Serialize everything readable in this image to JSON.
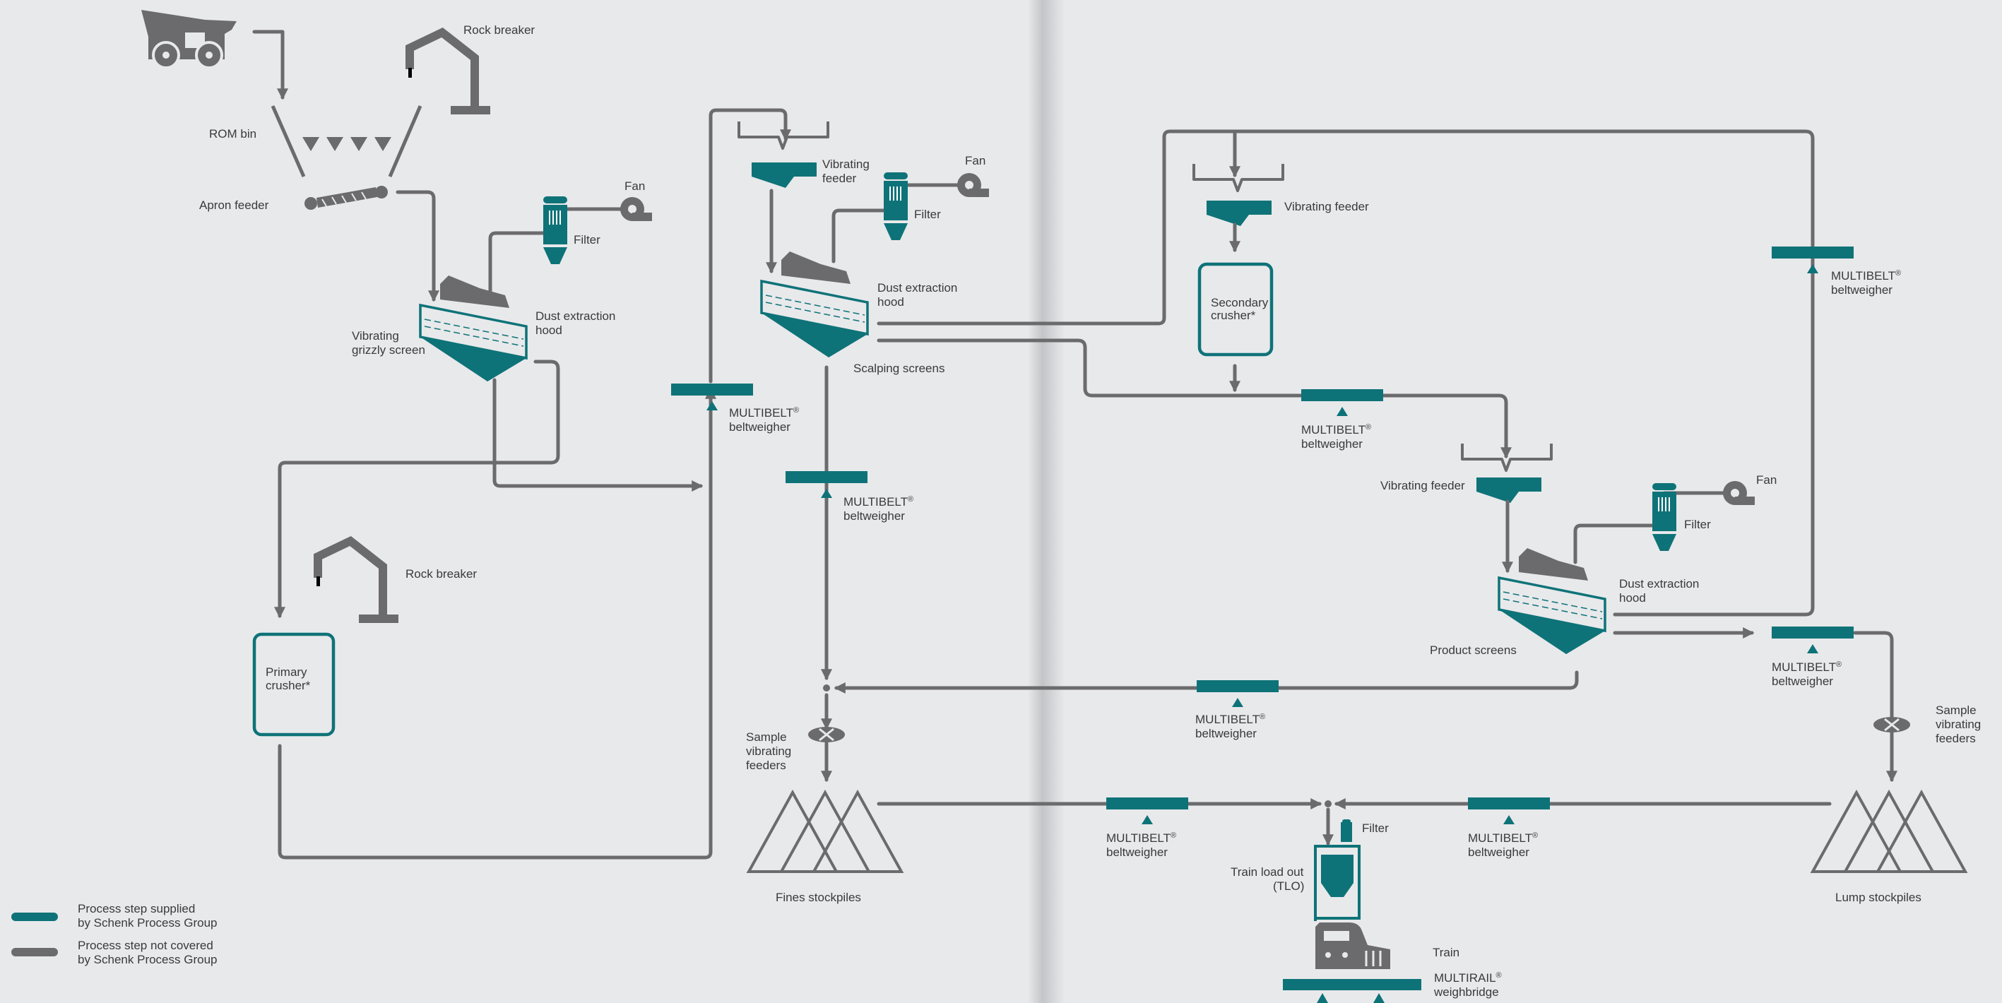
{
  "labels": {
    "rock_breaker_1": "Rock breaker",
    "rom_bin": "ROM bin",
    "apron_feeder": "Apron feeder",
    "fan_1": "Fan",
    "filter_1": "Filter",
    "dust_hood_1_l1": "Dust extraction",
    "dust_hood_1_l2": "hood",
    "grizzly_l1": "Vibrating",
    "grizzly_l2": "grizzly screen",
    "rock_breaker_2": "Rock breaker",
    "primary_crusher_l1": "Primary",
    "primary_crusher_l2": "crusher*",
    "vib_feeder_1_l1": "Vibrating",
    "vib_feeder_1_l2": "feeder",
    "fan_2": "Fan",
    "filter_2": "Filter",
    "dust_hood_2_l1": "Dust extraction",
    "dust_hood_2_l2": "hood",
    "scalping_screens": "Scalping screens",
    "vib_feeder_2": "Vibrating feeder",
    "secondary_crusher_l1": "Secondary",
    "secondary_crusher_l2": "crusher*",
    "vib_feeder_3": "Vibrating feeder",
    "fan_3": "Fan",
    "filter_3": "Filter",
    "dust_hood_3_l1": "Dust extraction",
    "dust_hood_3_l2": "hood",
    "product_screens": "Product screens",
    "sample_feeders_1_l1": "Sample",
    "sample_feeders_1_l2": "vibrating",
    "sample_feeders_1_l3": "feeders",
    "sample_feeders_2_l1": "Sample",
    "sample_feeders_2_l2": "vibrating",
    "sample_feeders_2_l3": "feeders",
    "fines_stockpiles": "Fines stockpiles",
    "lump_stockpiles": "Lump stockpiles",
    "filter_4": "Filter",
    "tlo_l1": "Train load out",
    "tlo_l2": "(TLO)",
    "train": "Train",
    "multirail_l1": "MULTIRAIL",
    "multirail_l2": "weighbridge",
    "registered": "®",
    "beltweigher_brand": "MULTIBELT",
    "beltweigher_word": "beltweigher"
  },
  "legend": {
    "supplied_l1": "Process step supplied",
    "supplied_l2": "by Schenk Process Group",
    "not_covered_l1": "Process step not covered",
    "not_covered_l2": "by Schenk Process Group"
  },
  "colors": {
    "supplied": "#0e7378",
    "not_covered": "#6b6b6d",
    "background": "#e8e9eb"
  }
}
